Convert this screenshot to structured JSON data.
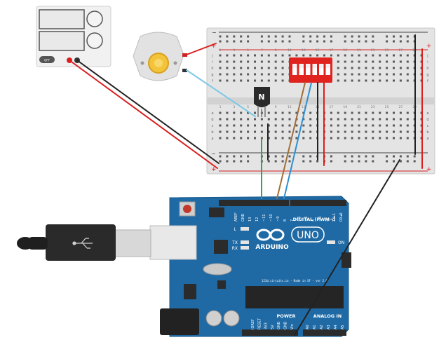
{
  "power_supply": {
    "button_label": "OFF"
  },
  "breadboard": {
    "plus": "+",
    "minus": "−",
    "row_letters_top": [
      "j",
      "i",
      "h",
      "g",
      "f"
    ],
    "row_letters_bottom": [
      "e",
      "d",
      "c",
      "b",
      "a"
    ],
    "column_numbers": [
      "1",
      "3",
      "5",
      "7",
      "9",
      "11",
      "13",
      "15",
      "17",
      "19",
      "21",
      "23",
      "25",
      "27",
      "29"
    ]
  },
  "transistor": {
    "label": "N"
  },
  "arduino": {
    "brand": "ARDUINO",
    "model": "UNO",
    "digital_label": "DIGITAL (PWM~)",
    "power_label": "POWER",
    "analog_label": "ANALOG IN",
    "on_label": "ON",
    "led_l": "L",
    "led_tx": "TX",
    "led_rx": "RX",
    "footer_text": "123d.circuits.io - Made in SF - ver 2.0",
    "digital_pins": [
      "AREF",
      "GND",
      "13",
      "12",
      "~11",
      "~10",
      "~9",
      "8",
      "7",
      "~6",
      "~5",
      "4",
      "~3",
      "2",
      "TX▸1",
      "RX◂0"
    ],
    "power_pins": [
      "IOREF",
      "RESET",
      "3V3",
      "5V",
      "GND",
      "GND",
      "Vin"
    ],
    "analog_pins": [
      "A0",
      "A1",
      "A2",
      "A3",
      "A4",
      "A5"
    ]
  },
  "colors": {
    "arduino_blue": "#1f6aa5",
    "breadboard": "#e6e6e6",
    "wire_red": "#d9201f",
    "wire_black": "#222222",
    "wire_green": "#2faa3a",
    "wire_brown": "#a0703a",
    "wire_blue": "#2e8fd0",
    "wire_lightblue": "#7ec8e6",
    "dip_switch": "#e0231f"
  }
}
